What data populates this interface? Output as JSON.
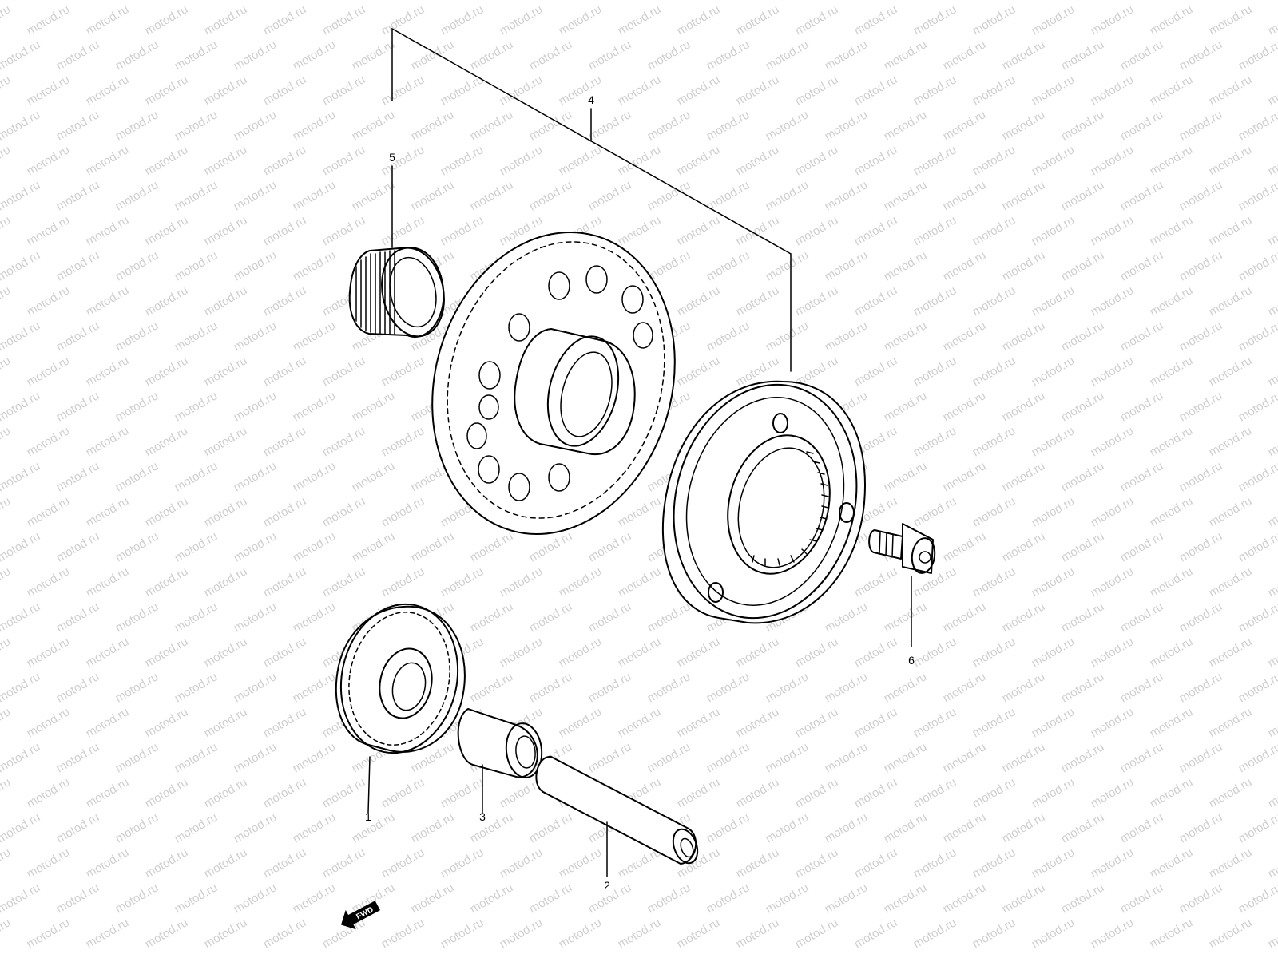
{
  "watermark": {
    "text": "motod.ru",
    "color": "#cfcfcf"
  },
  "callouts": [
    {
      "label": "1"
    },
    {
      "label": "2"
    },
    {
      "label": "3"
    },
    {
      "label": "4"
    },
    {
      "label": "5"
    },
    {
      "label": "6"
    }
  ],
  "fwd_badge": {
    "label": "FWD"
  },
  "colors": {
    "line": "#000000",
    "background": "#ffffff"
  }
}
